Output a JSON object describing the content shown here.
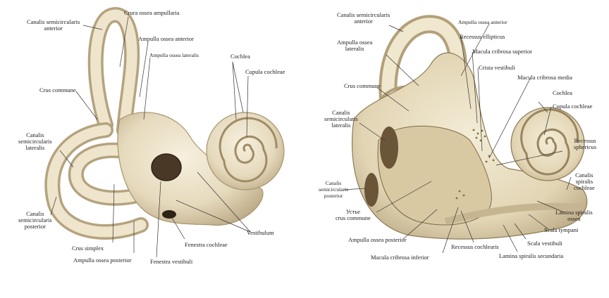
{
  "left_figure": {
    "labels": {
      "canalis_semicircularis_anterior": [
        "Canalis semicircularis",
        "anterior"
      ],
      "crura_ossea_ampullaria": "Crura ossea ampullaria",
      "ampulla_ossea_anterior": "Ampulla ossea anterior",
      "ampulla_ossea_lateralis": "Ampulla ossea lateralis",
      "cochlea": "Cochlea",
      "cupula_cochleae": "Cupula cochleae",
      "crus_commune": "Crus commune",
      "canalis_semicircularis_lateralis": [
        "Canalis",
        "semicircularis",
        "lateralis"
      ],
      "canalis_semicircularis_posterior": [
        "Canalis",
        "semicircularis",
        "posterior"
      ],
      "crus_simplex": "Crus simplex",
      "ampulla_ossea_posterior": "Ampulla ossea posterior",
      "fenestra_vestibuli": "Fenestra vestibuli",
      "fenestra_cochleae": "Fenestra cochleae",
      "vestibulum": "Vestibulum"
    }
  },
  "right_figure": {
    "labels": {
      "canalis_semicircularis_anterior": [
        "Canalis semicircularis",
        "anterior"
      ],
      "ampulla_ossea_anterior": "Ampulla ossea anterior",
      "ampulla_ossea_lateralis": [
        "Ampulla ossea",
        "lateralis"
      ],
      "recessus_ellipticus": "Recessus ellipticus",
      "macula_cribrosa_superior": "Macula cribrosa superior",
      "crista_vestibuli": "Crista vestibuli",
      "crus_commune": "Crus commune",
      "macula_cribrosa_media": "Macula cribrosa media",
      "cochlea": "Cochlea",
      "cupula_cochleae": "Cupula cochleae",
      "canalis_semicircularis_lateralis": [
        "Canalis",
        "semicircularis",
        "lateralis"
      ],
      "recessus_sphericus": [
        "Recessus",
        "sphericus"
      ],
      "canalis_spiralis_cochleae": [
        "Canalis",
        "spiralis",
        "cochleae"
      ],
      "canalis_semicircularis_posterior": [
        "Canalis",
        "semicircularis",
        "posterior"
      ],
      "ustye_crus_commune": [
        "Устье",
        "crus commune"
      ],
      "lamina_spiralis_ossea": [
        "Lamina spiralis",
        "ossea"
      ],
      "scala_tympani": "Scala tympani",
      "ampulla_ossea_posterior": "Ampulla ossea posterior",
      "recessus_cochlearis": "Recessus cochlearis",
      "scala_vestibuli": "Scala vestibuli",
      "macula_cribrosa_inferior": "Macula cribrosa inferior",
      "lamina_spiralis_secundaria": "Lamina spiralis secundaria"
    }
  },
  "colors": {
    "bone": "#e7dcc0",
    "bone_light": "#f4eedb",
    "bone_shadow": "#b8a784",
    "cavity": "#5a4630",
    "leader": "#333333",
    "text": "#222222"
  }
}
